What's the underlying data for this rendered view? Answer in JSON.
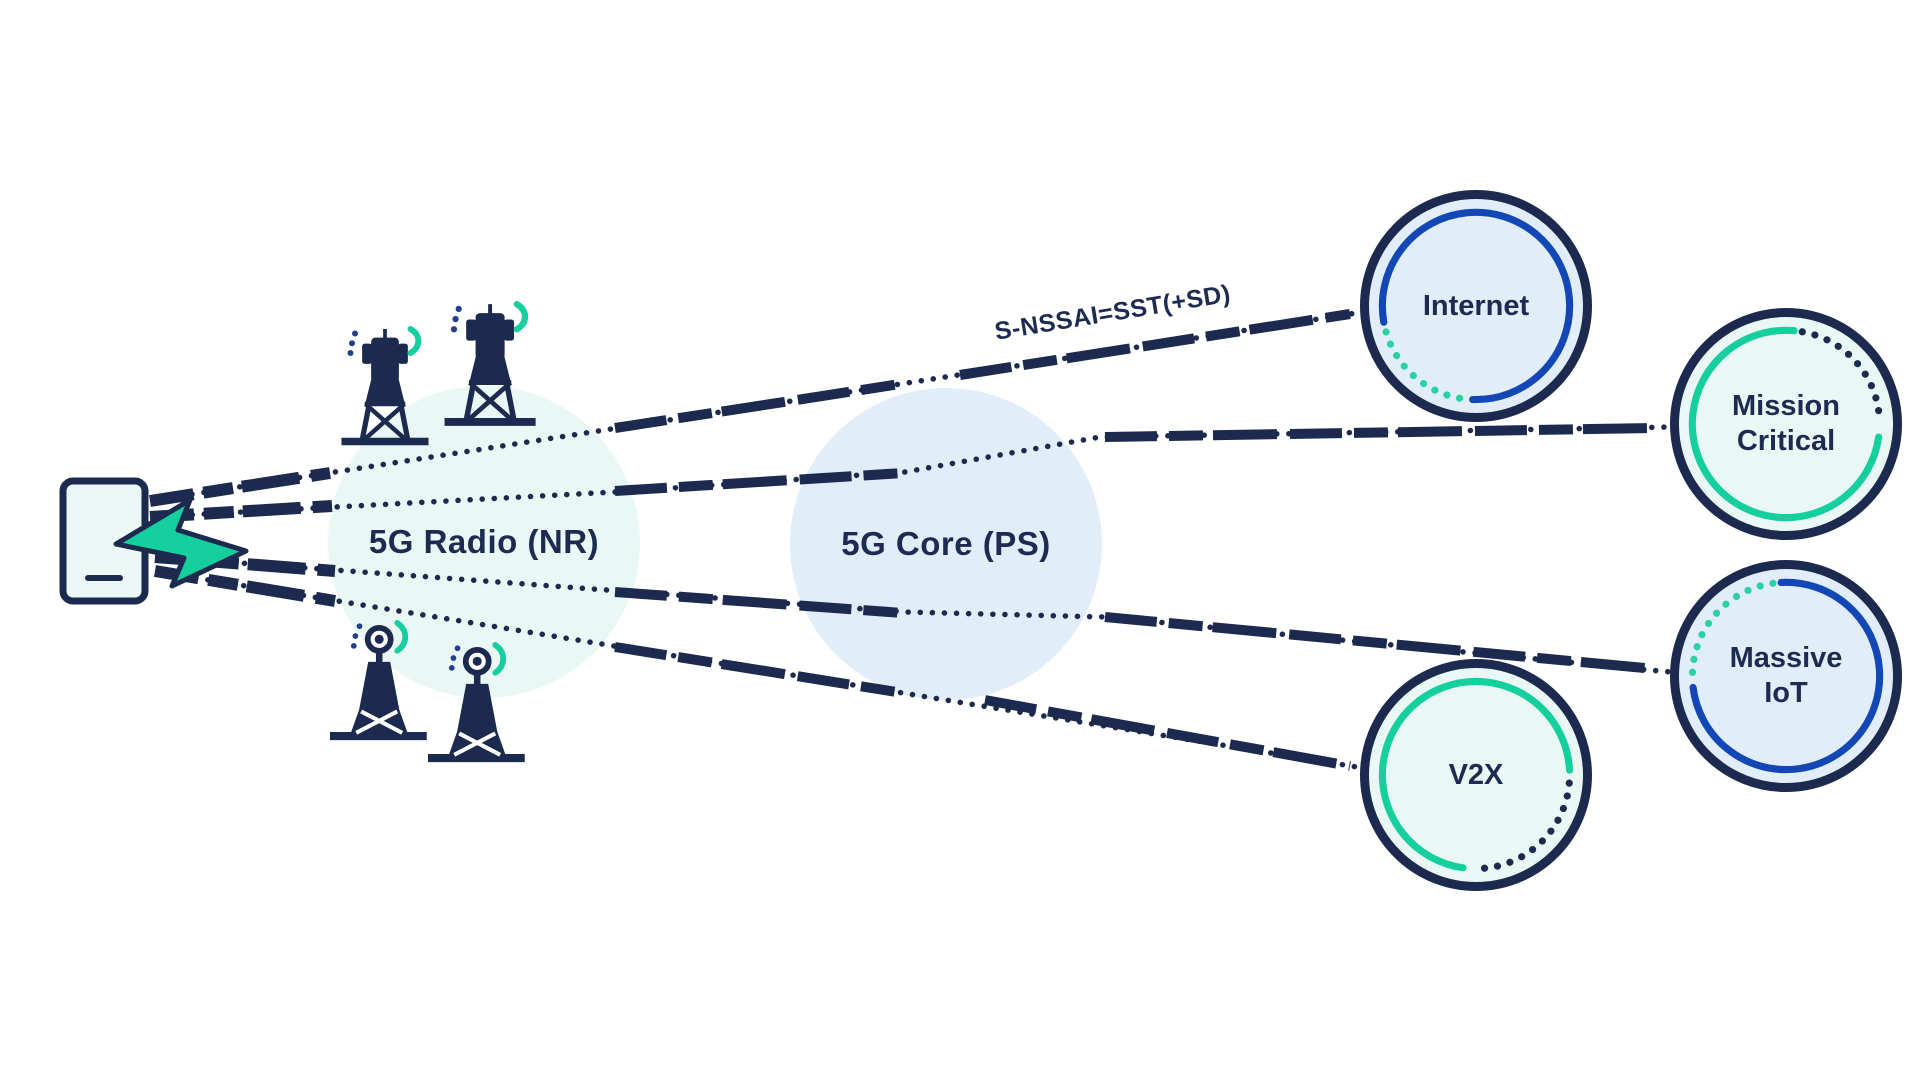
{
  "diagram_type": "5g-network-slicing-architecture",
  "background_color": "#ffffff",
  "palette": {
    "navy": "#1b2a4e",
    "text_navy": "#1d2b52",
    "teal": "#15cf9e",
    "blue_arc": "#1347b5",
    "light_blue_fill": "#e2edfa",
    "light_mint_fill": "#e9f8f4"
  },
  "icons": {
    "device": "smartphone-icon",
    "device_activity": "lightning-bolt-icon",
    "radio_towers": "cell-tower-icon",
    "radio_masts": "antenna-mast-icon"
  },
  "nodes": {
    "radio": {
      "label": "5G Radio (NR)"
    },
    "core": {
      "label": "5G Core (PS)"
    },
    "slices": [
      {
        "id": "internet",
        "line1": "Internet",
        "line2": ""
      },
      {
        "id": "mission-critical",
        "line1": "Mission",
        "line2": "Critical"
      },
      {
        "id": "massive-iot",
        "line1": "Massive",
        "line2": "IoT"
      },
      {
        "id": "v2x",
        "line1": "V2X",
        "line2": ""
      }
    ]
  },
  "connections": {
    "internet_link_label": "S-NSSAI=SST(+SD)",
    "style": "dotted thin navy lines with thick rough navy segments between nodes",
    "paths": [
      "device → 5G Radio (NR) → over 5G Core → Internet",
      "device → 5G Radio (NR) → 5G Core (PS) → Mission Critical",
      "device → 5G Radio (NR) → 5G Core (PS) → Massive IoT",
      "device → 5G Radio (NR) → 5G Core (PS) → V2X"
    ]
  }
}
